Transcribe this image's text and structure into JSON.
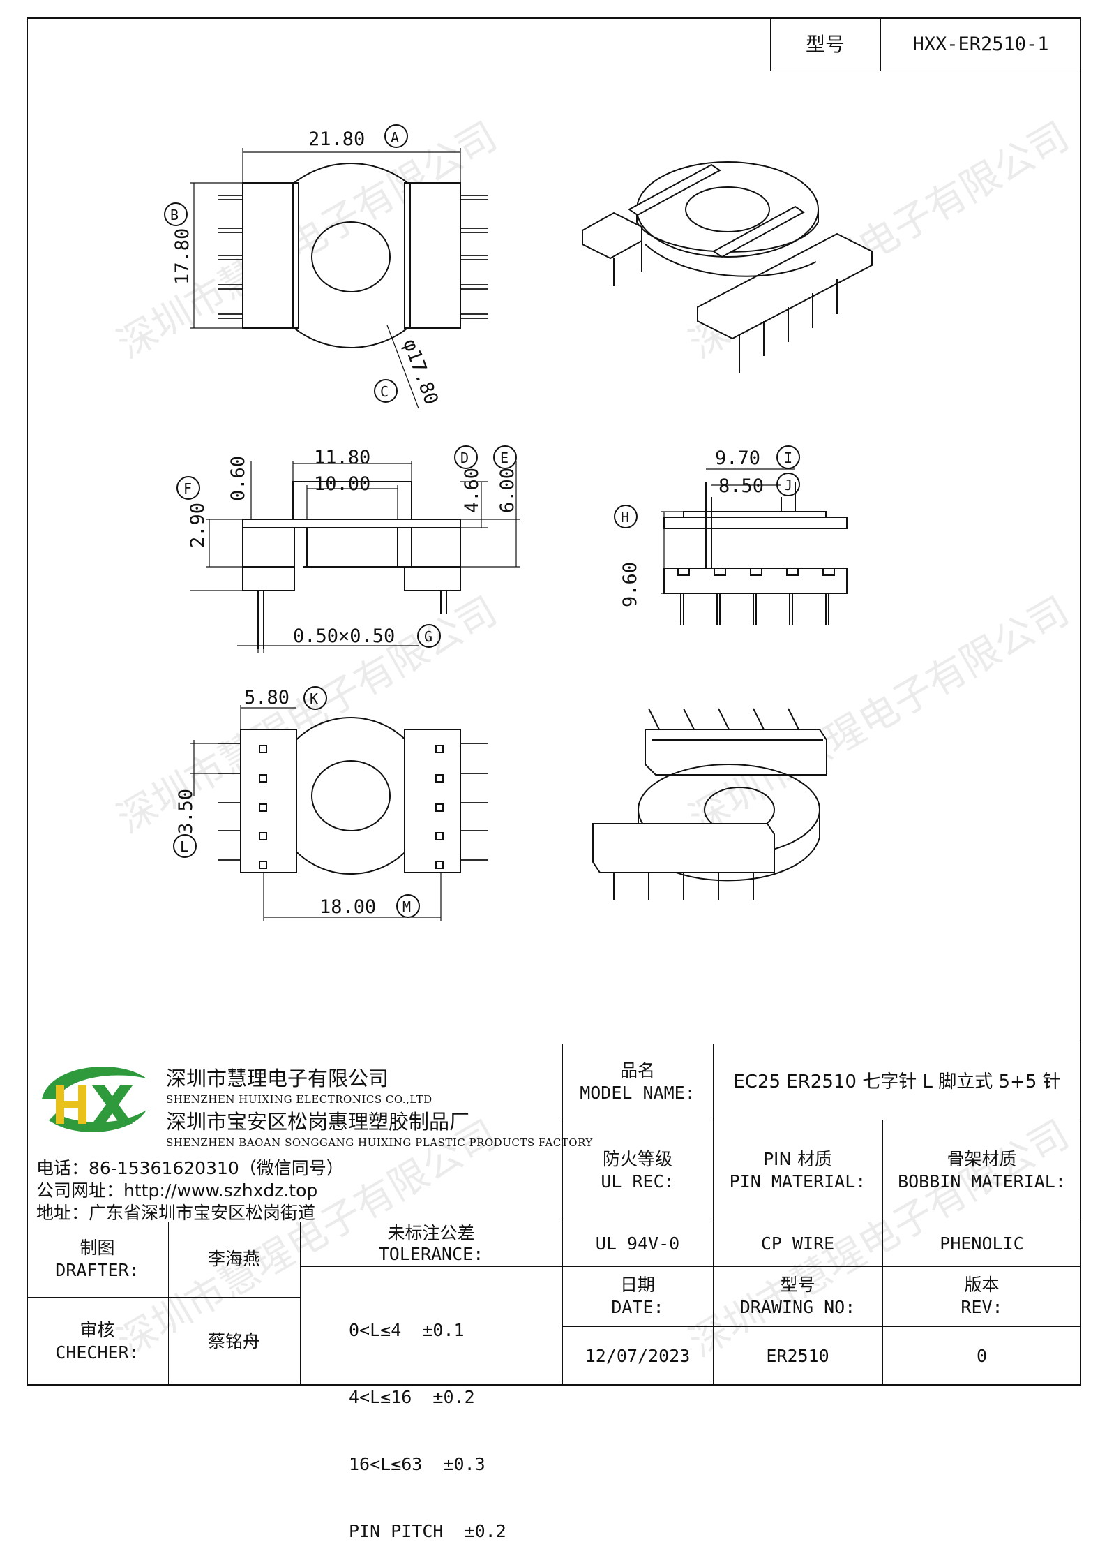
{
  "header": {
    "model_label": "型号",
    "model_value": "HXX-ER2510-1"
  },
  "dimensions": {
    "A": "21.80",
    "B": "17.80",
    "C": "φ17.80",
    "D": "4.60",
    "E": "6.00",
    "F": "2.90",
    "G": "0.50×0.50",
    "H": "9.60",
    "I": "9.70",
    "J": "8.50",
    "K": "5.80",
    "L": "3.50",
    "M": "18.00",
    "w1180": "11.80",
    "w1000": "10.00",
    "t060": "0.60"
  },
  "letters": {
    "A": "A",
    "B": "B",
    "C": "C",
    "D": "D",
    "E": "E",
    "F": "F",
    "G": "G",
    "H": "H",
    "I": "I",
    "J": "J",
    "K": "K",
    "L": "L",
    "M": "M"
  },
  "company": {
    "name_cn": "深圳市慧理电子有限公司",
    "name_en": "SHENZHEN HUIXING ELECTRONICS CO.,LTD",
    "factory_cn": "深圳市宝安区松岗惠理塑胶制品厂",
    "factory_en": "SHENZHEN BAOAN SONGGANG HUIXING PLASTIC PRODUCTS FACTORY",
    "phone": "电话：86-15361620310（微信同号）",
    "website": "公司网址：http://www.szhxdz.top",
    "address": "地址：广东省深圳市宝安区松岗街道"
  },
  "logo": {
    "letters": "HX",
    "color_green": "#2e9a3c",
    "color_yellow": "#e8c21a"
  },
  "watermark": "深圳市慧瑆电子有限公司",
  "title_block": {
    "model_name_cn": "品名",
    "model_name_en": "MODEL NAME:",
    "model_name_value": "EC25 ER2510 七字针 L 脚立式 5+5 针",
    "ul_cn": "防火等级",
    "ul_en": "UL REC:",
    "ul_value": "UL 94V-0",
    "pin_cn": "PIN 材质",
    "pin_en": "PIN MATERIAL:",
    "pin_value": "CP WIRE",
    "bobbin_cn": "骨架材质",
    "bobbin_en": "BOBBIN MATERIAL:",
    "bobbin_value": "PHENOLIC",
    "drafter_cn": "制图",
    "drafter_en": "DRAFTER:",
    "drafter_name": "李海燕",
    "checker_cn": "审核",
    "checker_en": "CHECHER:",
    "checker_name": "蔡铭舟",
    "tolerance_cn": "未标注公差",
    "tolerance_en": "TOLERANCE:",
    "tolerance_rows": [
      "0<L≤4  ±0.1",
      "4<L≤16  ±0.2",
      "16<L≤63  ±0.3",
      "PIN PITCH  ±0.2"
    ],
    "date_cn": "日期",
    "date_en": "DATE:",
    "date_value": "12/07/2023",
    "drawing_cn": "型号",
    "drawing_en": "DRAWING NO:",
    "drawing_value": "ER2510",
    "rev_cn": "版本",
    "rev_en": "REV:",
    "rev_value": "0"
  }
}
